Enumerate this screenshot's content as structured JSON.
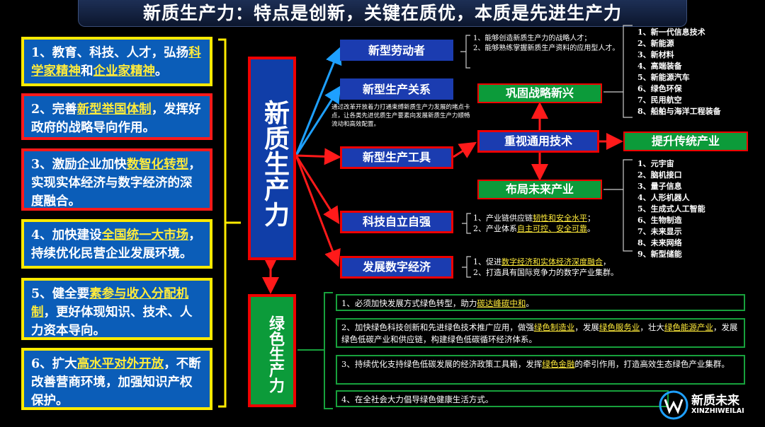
{
  "title": "新质生产力：特点是创新，关键在质优，本质是先进生产力",
  "left_items": [
    {
      "pre": "1、教育、科技、人才，弘扬",
      "hl": "科学家精神",
      "mid": "和",
      "hl2": "企业家精神",
      "post": "。"
    },
    {
      "pre": "2、完善",
      "hl": "新型举国体制",
      "mid": "，发挥好政府的战略导向作用。",
      "hl2": "",
      "post": ""
    },
    {
      "pre": "3、激励企业加快",
      "hl": "数智化转型",
      "mid": "，实现实体经济与数字经济的深度融合。",
      "hl2": "",
      "post": ""
    },
    {
      "pre": "4、加快建设",
      "hl": "全国统一大市场",
      "mid": "，持续优化民营企业发展环境。",
      "hl2": "",
      "post": ""
    },
    {
      "pre": "5、健全要",
      "hl": "素参与收入分配机制",
      "mid": "，更好体现知识、技术、人力资本导向。",
      "hl2": "",
      "post": ""
    },
    {
      "pre": "6、扩大",
      "hl": "高水平对外开放",
      "mid": "，不断改善营商环境，加强知识产权保护。",
      "hl2": "",
      "post": ""
    }
  ],
  "main_node": "新质生产力",
  "green_node": "绿色生产力",
  "branches": {
    "labor": "新型劳动者",
    "relations": "新型生产关系",
    "tools": "新型生产工具",
    "self": "科技自立自强",
    "digital": "发展数字经济"
  },
  "labor_notes": [
    "1、能够创造新质生产力的战略人才；",
    "2、能够熟练掌握新质生产资料的应用型人才。"
  ],
  "relations_note": "通过改革开放着力打通束缚新质生产力发展的堵点卡点，让各类先进优质生产要素向发展新质生产力顺畅流动和高效配置。",
  "tech_nodes": {
    "consolidate": "巩固战略新兴",
    "general": "重视通用技术",
    "upgrade": "提升传统产业",
    "future": "布局未来产业"
  },
  "emerging_list": [
    "1、新一代信息技术",
    "2、新能源",
    "3、新材料",
    "4、高端装备",
    "5、新能源汽车",
    "6、绿色环保",
    "7、民用航空",
    "8、船舶与海洋工程装备"
  ],
  "future_list": [
    "1、元宇宙",
    "2、脑机接口",
    "3、量子信息",
    "4、人形机器人",
    "5、生成式人工智能",
    "6、生物制造",
    "7、未来显示",
    "8、未来网络",
    "9、新型储能"
  ],
  "self_notes": [
    {
      "pre": "1、产业链供应链",
      "hl": "韧性和安全水平",
      "post": "；"
    },
    {
      "pre": "2、产业体系",
      "hl": "自主可控、安全可靠",
      "post": "。"
    }
  ],
  "digital_notes": [
    {
      "pre": "1、促进",
      "hl": "数字经济和实体经济深度融合",
      "post": "，"
    },
    {
      "pre": "2、打造具有国际竞争力的数字产业集群。",
      "hl": "",
      "post": ""
    }
  ],
  "green_items": [
    {
      "pre": "1、必须加快发展方式绿色转型，助力",
      "hl": "碳达峰碳中和",
      "post": "。"
    },
    {
      "pre": "2、加快绿色科技创新和先进绿色技术推广应用，做强",
      "hl": "绿色制造业",
      "post": "，发展",
      "hl2": "绿色服务业",
      "post2": "，壮大",
      "hl3": "绿色能源产业",
      "post3": "，发展绿色低碳产业和供应链，构建绿色低碳循环经济体系。"
    },
    {
      "pre": "3、持续优化支持绿色低碳发展的经济政策工具箱，发挥",
      "hl": "绿色金融",
      "post": "的牵引作用，打造高效生态绿色产业集群。"
    },
    {
      "pre": "4、在全社会大力倡导绿色健康生活方式。",
      "hl": "",
      "post": ""
    }
  ],
  "logo": {
    "name": "新质未来",
    "sub": "XINZHIWEILAI"
  },
  "colors": {
    "bg": "#000000",
    "blue": "#0b5db8",
    "red": "#ff1a1a",
    "yellow": "#ffea00",
    "green": "#0c9b3a"
  }
}
